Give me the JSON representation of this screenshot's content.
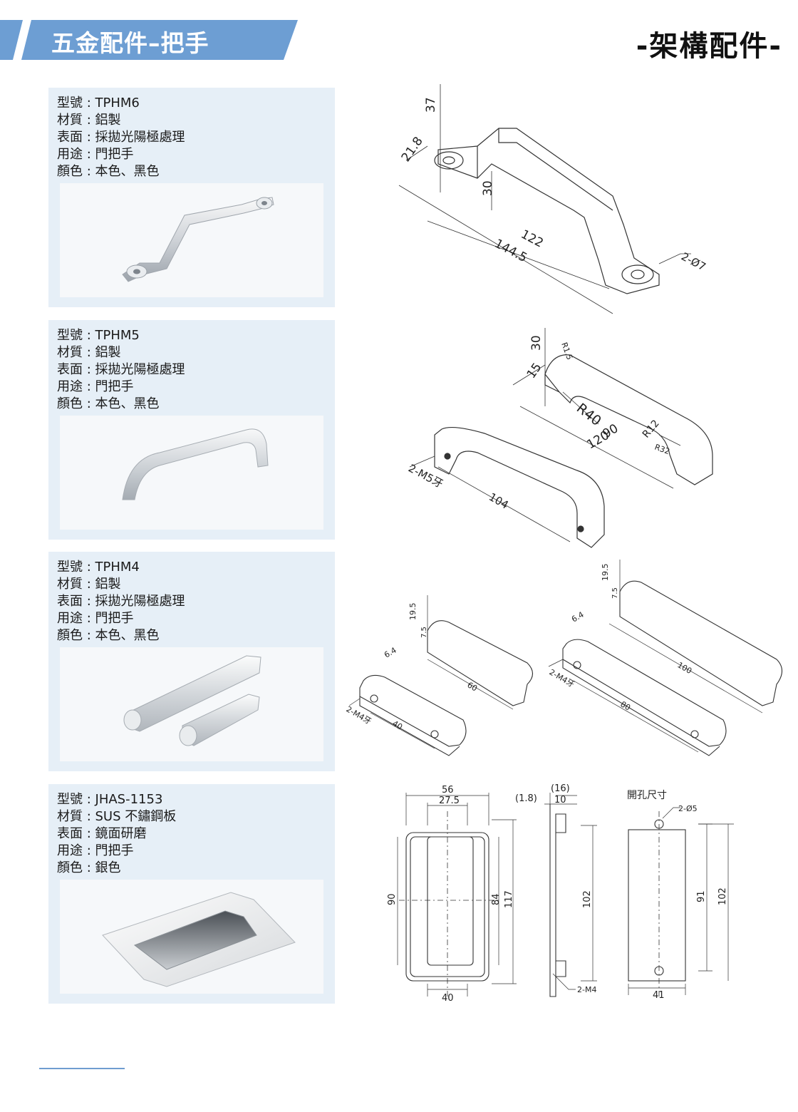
{
  "header": {
    "banner_title": "五金配件–把手",
    "section_title": "-架構配件-",
    "banner_color": "#6d9ed3"
  },
  "products": [
    {
      "model_label": "型號 : TPHM6",
      "material_label": "材質 : 鋁製",
      "surface_label": "表面 : 採拋光陽極處理",
      "usage_label": "用途 : 門把手",
      "color_label": "顏色 : 本色、黑色",
      "dimensions": [
        "37",
        "21.8",
        "30",
        "122",
        "144.5",
        "2-Ø7"
      ]
    },
    {
      "model_label": "型號 : TPHM5",
      "material_label": "材質 : 鋁製",
      "surface_label": "表面 : 採拋光陽極處理",
      "usage_label": "用途 : 門把手",
      "color_label": "顏色 : 本色、黑色",
      "dimensions": [
        "30",
        "R1.5",
        "15",
        "R40",
        "90",
        "120",
        "R12",
        "R32",
        "2-M5牙",
        "104"
      ]
    },
    {
      "model_label": "型號 : TPHM4",
      "material_label": "材質 : 鋁製",
      "surface_label": "表面 : 採拋光陽極處理",
      "usage_label": "用途 : 門把手",
      "color_label": "顏色 : 本色、黑色",
      "dimensions": [
        "19.5",
        "7.5",
        "6.4",
        "60",
        "2-M4牙",
        "40",
        "19.5",
        "7.5",
        "6.4",
        "100",
        "2-M4牙",
        "80"
      ]
    },
    {
      "model_label": "型號 : JHAS-1153",
      "material_label": "材質 : SUS 不鏽鋼板",
      "surface_label": "表面 : 鏡面研磨",
      "usage_label": "用途 : 門把手",
      "color_label": "顏色 : 銀色",
      "dimensions": [
        "56",
        "27.5",
        "90",
        "84",
        "117",
        "40",
        "(1.8)",
        "(16)",
        "10",
        "102",
        "2-M4",
        "開孔尺寸",
        "2-Ø5",
        "91",
        "102",
        "41"
      ]
    }
  ]
}
